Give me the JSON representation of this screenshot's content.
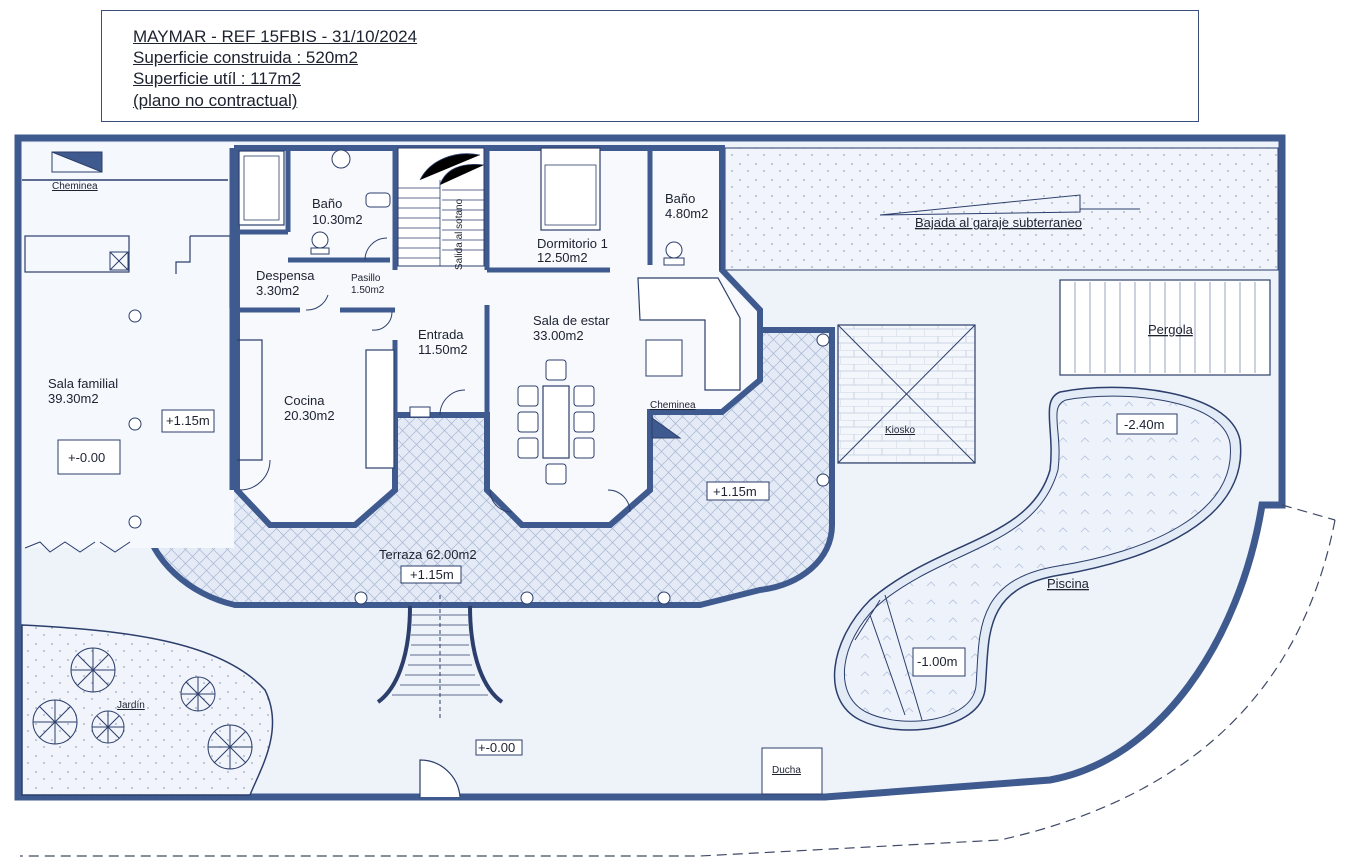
{
  "header": {
    "line1": "MAYMAR - REF 15FBIS - 31/10/2024",
    "line2": "Superficie construida : 520m2",
    "line3": "Superficie utíl : 117m2",
    "line4": "(plano no contractual)"
  },
  "colors": {
    "wall": "#3f5a8f",
    "wall_fill": "#9eb0d4",
    "floor": "#eef3fa",
    "terrace": "#dfe8f5",
    "line": "#2c3e6b",
    "water": "#e8eff9"
  },
  "rooms": {
    "bano1_name": "Baño",
    "bano1_area": "10.30m2",
    "dormitorio_name": "Dormitorio 1",
    "dormitorio_area": "12.50m2",
    "bano2_name": "Baño",
    "bano2_area": "4.80m2",
    "despensa_name": "Despensa",
    "despensa_area": "3.30m2",
    "pasillo_name": "Pasillo",
    "pasillo_area": "1.50m2",
    "entrada_name": "Entrada",
    "entrada_area": "11.50m2",
    "sala_estar_name": "Sala de estar",
    "sala_estar_area": "33.00m2",
    "sala_familiar_name": "Sala familial",
    "sala_familiar_area": "39.30m2",
    "cocina_name": "Cocina",
    "cocina_area": "20.30m2",
    "terraza": "Terraza 62.00m2"
  },
  "labels": {
    "cheminea1": "Cheminea",
    "cheminea2": "Cheminea",
    "bajada": "Bajada al garaje subterraneo",
    "pergola": "Pergola",
    "kiosko": "Kiosko",
    "piscina": "Piscina",
    "jardin": "Jardín",
    "ducha": "Ducha",
    "stairs": "Salida al sotano"
  },
  "levels": {
    "sala_familiar": "+-0.00",
    "terraza_left": "+1.15m",
    "terraza_right": "+1.15m",
    "terraza_center": "+1.15m",
    "pool_deep": "-2.40m",
    "pool_shallow": "-1.00m",
    "garden": "+-0.00"
  }
}
